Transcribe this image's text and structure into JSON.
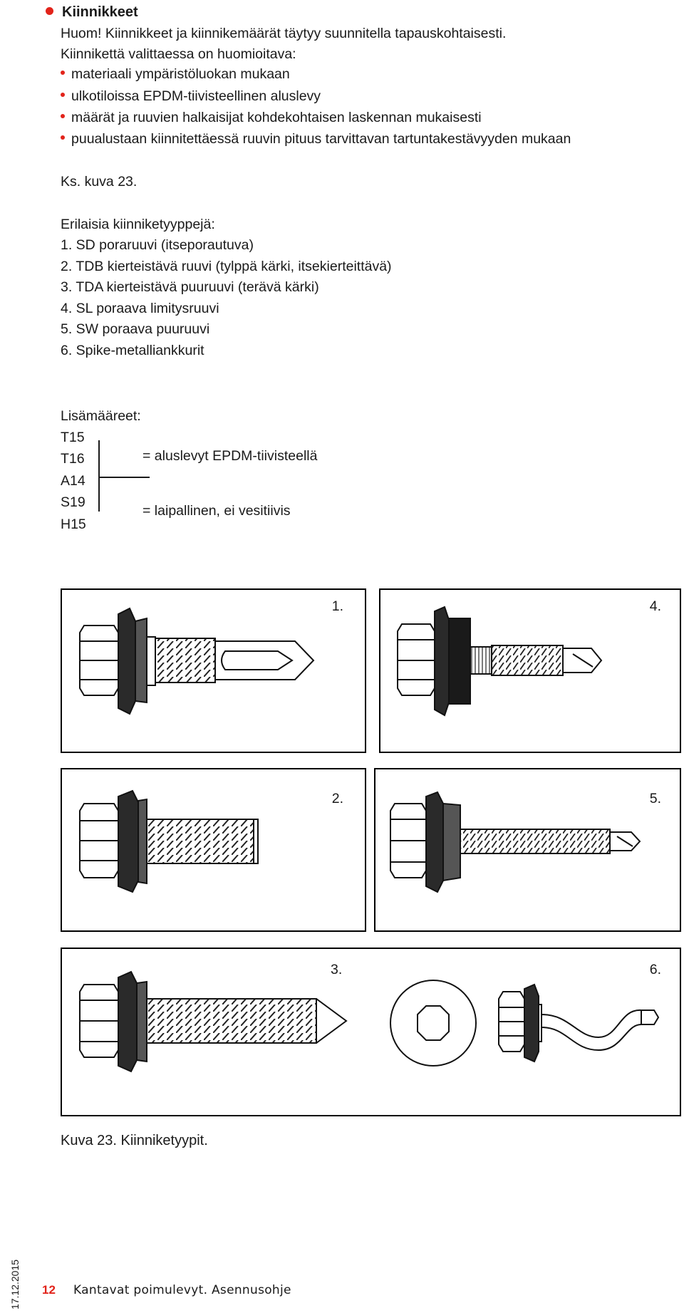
{
  "heading": "Kiinnikkeet",
  "intro": [
    "Huom! Kiinnikkeet ja kiinnikemäärät täytyy suunnitella tapauskohtaisesti.",
    "Kiinnikettä valittaessa on huomioitava:"
  ],
  "considerations": [
    "materiaali ympäristöluokan mukaan",
    "ulkotiloissa EPDM-tiivisteellinen aluslevy",
    "määrät ja ruuvien halkaisijat kohdekohtaisen laskennan mukaisesti",
    "puualustaan kiinnitettäessä ruuvin pituus tarvittavan tartuntakestävyyden mukaan"
  ],
  "see_figure": "Ks. kuva 23.",
  "types_title": "Erilaisia kiinniketyyppejä:",
  "types": [
    "1. SD poraruuvi (itseporautuva)",
    "2. TDB kierteistävä ruuvi (tylppä kärki, itsekierteittävä)",
    "3. TDA kierteistävä puuruuvi (terävä kärki)",
    "4. SL poraava limitysruuvi",
    "5. SW poraava puuruuvi",
    "6. Spike-metalliankkurit"
  ],
  "suffix_title": "Lisämääreet:",
  "suffix_codes": [
    "T15",
    "T16",
    "A14",
    "S19",
    "H15"
  ],
  "suffix_meanings": [
    "= aluslevyt EPDM-tiivisteellä",
    "= laipallinen, ei vesitiivis"
  ],
  "figure_labels": [
    "1.",
    "4.",
    "2.",
    "5.",
    "3.",
    "6."
  ],
  "caption": "Kuva 23. Kiinniketyypit.",
  "footer": {
    "date": "17.12.2015",
    "page_number": "12",
    "document_title": "Kantavat poimulevyt. Asennusohje"
  },
  "colors": {
    "accent": "#e2231a",
    "text": "#1a1a1a"
  }
}
